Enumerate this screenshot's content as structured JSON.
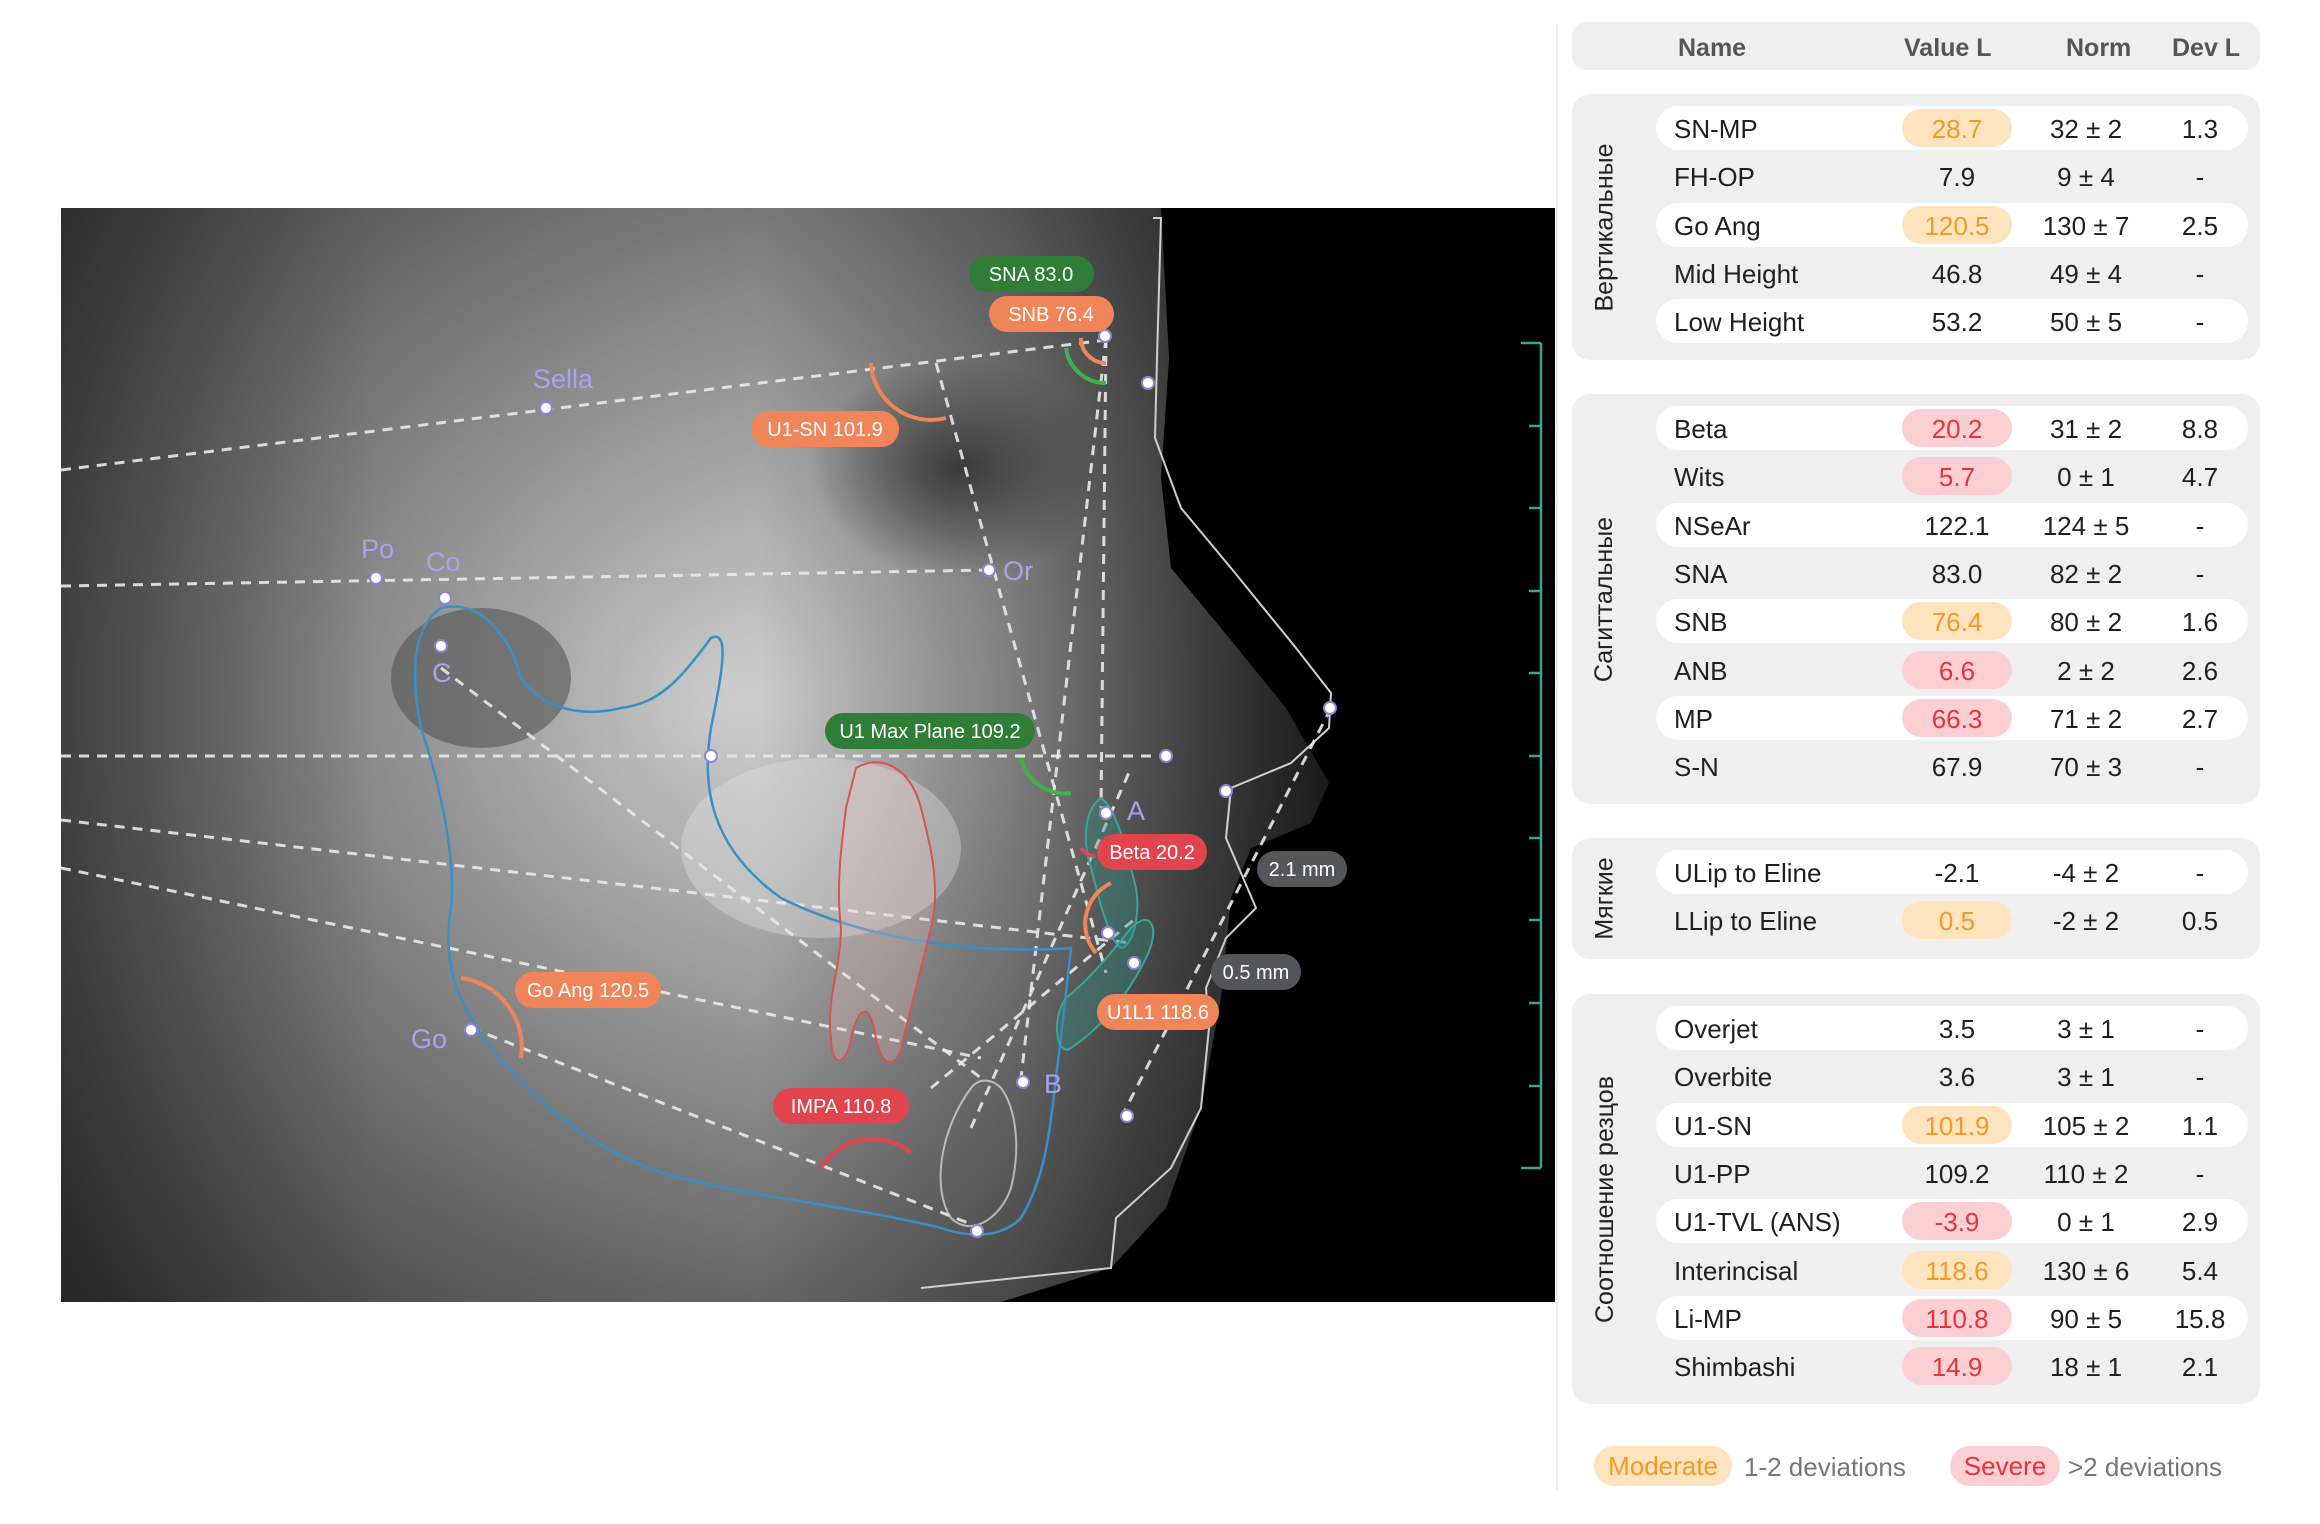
{
  "xray": {
    "landmarks": [
      {
        "name": "Sella",
        "label": "Sella"
      },
      {
        "name": "Po",
        "label": "Po"
      },
      {
        "name": "Co",
        "label": "Co"
      },
      {
        "name": "C",
        "label": "C"
      },
      {
        "name": "Or",
        "label": "Or"
      },
      {
        "name": "A",
        "label": "A"
      },
      {
        "name": "B",
        "label": "B"
      },
      {
        "name": "Go",
        "label": "Go"
      }
    ],
    "tags": [
      {
        "name": "sna",
        "text": "SNA 83.0",
        "color": "#2f7d36"
      },
      {
        "name": "snb",
        "text": "SNB 76.4",
        "color": "#f0855a"
      },
      {
        "name": "u1-sn",
        "text": "U1-SN 101.9",
        "color": "#f0855a"
      },
      {
        "name": "u1-max-plane",
        "text": "U1 Max Plane 109.2",
        "color": "#2f7d36"
      },
      {
        "name": "beta",
        "text": "Beta 20.2",
        "color": "#e0454d"
      },
      {
        "name": "go-ang",
        "text": "Go Ang 120.5",
        "color": "#f0855a"
      },
      {
        "name": "u1l1",
        "text": "U1L1 118.6",
        "color": "#f0855a"
      },
      {
        "name": "impa",
        "text": "IMPA 110.8",
        "color": "#e0454d"
      },
      {
        "name": "dist-ulip",
        "text": "2.1 mm",
        "color": "#55555c"
      },
      {
        "name": "dist-llip",
        "text": "0.5 mm",
        "color": "#55555c"
      }
    ]
  },
  "table": {
    "headers": {
      "name": "Name",
      "value": "Value L",
      "norm": "Norm",
      "dev": "Dev L"
    },
    "groups": [
      {
        "title": "Вертикальные",
        "rows": [
          {
            "name": "SN-MP",
            "value": "28.7",
            "norm": "32 ± 2",
            "dev": "1.3",
            "severity": "moderate"
          },
          {
            "name": "FH-OP",
            "value": "7.9",
            "norm": "9 ± 4",
            "dev": "-",
            "severity": "none"
          },
          {
            "name": "Go Ang",
            "value": "120.5",
            "norm": "130 ± 7",
            "dev": "2.5",
            "severity": "moderate"
          },
          {
            "name": "Mid Height",
            "value": "46.8",
            "norm": "49 ± 4",
            "dev": "-",
            "severity": "none"
          },
          {
            "name": "Low Height",
            "value": "53.2",
            "norm": "50 ± 5",
            "dev": "-",
            "severity": "none"
          }
        ]
      },
      {
        "title": "Сагиттальные",
        "rows": [
          {
            "name": "Beta",
            "value": "20.2",
            "norm": "31 ± 2",
            "dev": "8.8",
            "severity": "severe"
          },
          {
            "name": "Wits",
            "value": "5.7",
            "norm": "0 ± 1",
            "dev": "4.7",
            "severity": "severe"
          },
          {
            "name": "NSeAr",
            "value": "122.1",
            "norm": "124 ± 5",
            "dev": "-",
            "severity": "none"
          },
          {
            "name": "SNA",
            "value": "83.0",
            "norm": "82 ± 2",
            "dev": "-",
            "severity": "none"
          },
          {
            "name": "SNB",
            "value": "76.4",
            "norm": "80 ± 2",
            "dev": "1.6",
            "severity": "moderate"
          },
          {
            "name": "ANB",
            "value": "6.6",
            "norm": "2 ± 2",
            "dev": "2.6",
            "severity": "severe"
          },
          {
            "name": "MP",
            "value": "66.3",
            "norm": "71 ± 2",
            "dev": "2.7",
            "severity": "severe"
          },
          {
            "name": "S-N",
            "value": "67.9",
            "norm": "70 ± 3",
            "dev": "-",
            "severity": "none"
          }
        ]
      },
      {
        "title": "Мягкие",
        "rows": [
          {
            "name": "ULip to Eline",
            "value": "-2.1",
            "norm": "-4 ± 2",
            "dev": "-",
            "severity": "none"
          },
          {
            "name": "LLip to Eline",
            "value": "0.5",
            "norm": "-2 ± 2",
            "dev": "0.5",
            "severity": "moderate"
          }
        ]
      },
      {
        "title": "Соотношение резцов",
        "rows": [
          {
            "name": "Overjet",
            "value": "3.5",
            "norm": "3 ± 1",
            "dev": "-",
            "severity": "none"
          },
          {
            "name": "Overbite",
            "value": "3.6",
            "norm": "3 ± 1",
            "dev": "-",
            "severity": "none"
          },
          {
            "name": "U1-SN",
            "value": "101.9",
            "norm": "105 ± 2",
            "dev": "1.1",
            "severity": "moderate"
          },
          {
            "name": "U1-PP",
            "value": "109.2",
            "norm": "110 ± 2",
            "dev": "-",
            "severity": "none"
          },
          {
            "name": "U1-TVL (ANS)",
            "value": "-3.9",
            "norm": "0 ± 1",
            "dev": "2.9",
            "severity": "severe"
          },
          {
            "name": "Interincisal",
            "value": "118.6",
            "norm": "130 ± 6",
            "dev": "5.4",
            "severity": "moderate"
          },
          {
            "name": "Li-MP",
            "value": "110.8",
            "norm": "90 ± 5",
            "dev": "15.8",
            "severity": "severe"
          },
          {
            "name": "Shimbashi",
            "value": "14.9",
            "norm": "18 ± 1",
            "dev": "2.1",
            "severity": "severe"
          }
        ]
      }
    ]
  },
  "legend": {
    "moderate_label": "Moderate",
    "moderate_desc": "1-2 deviations",
    "severe_label": "Severe",
    "severe_desc": ">2 deviations"
  },
  "colors": {
    "moderate_bg": "#fde3be",
    "moderate_text": "#f39a26",
    "severe_bg": "#fcd0d2",
    "severe_text": "#e3343f",
    "landmark": "#a9a2ec",
    "mandible_outline": "#3a8fc4",
    "soft_tissue_scale": "#3aa58a"
  }
}
